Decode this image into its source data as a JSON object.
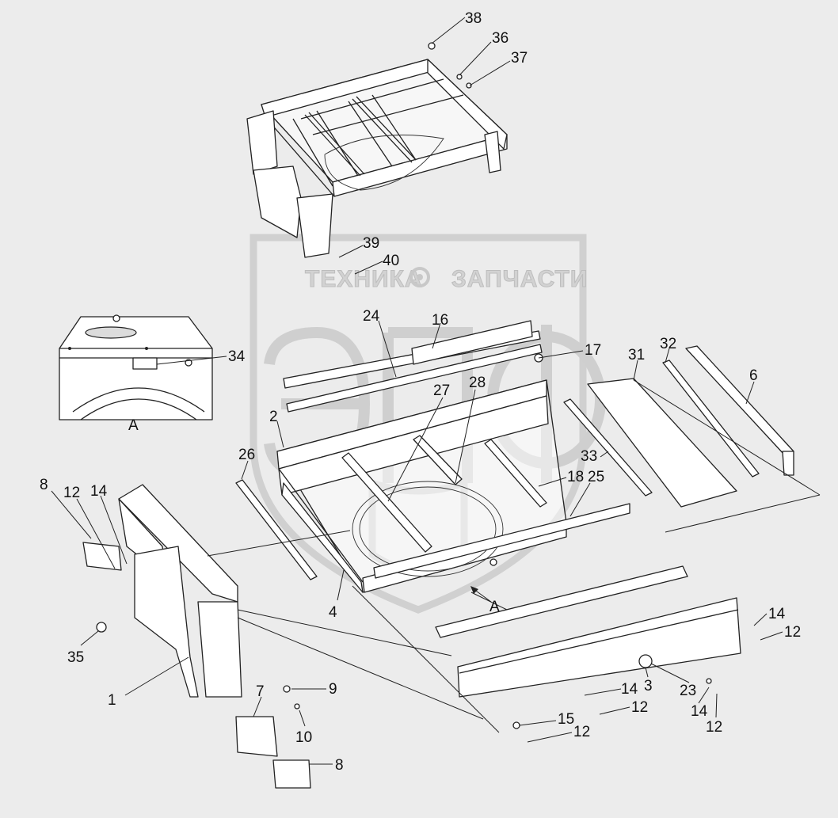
{
  "watermark": {
    "text_left": "ТЕХНИКА",
    "text_right": "ЗАПЧАСТИ",
    "logo_letters": "ЭПФ"
  },
  "view_label": "A",
  "section_marker": "A",
  "callouts": [
    "38",
    "36",
    "37",
    "39",
    "40",
    "24",
    "16",
    "17",
    "31",
    "32",
    "6",
    "34",
    "27",
    "28",
    "2",
    "26",
    "33",
    "18",
    "25",
    "8",
    "12",
    "14",
    "35",
    "4",
    "14",
    "12",
    "1",
    "9",
    "7",
    "10",
    "8",
    "3",
    "23",
    "14",
    "12",
    "15",
    "12",
    "14",
    "12"
  ]
}
